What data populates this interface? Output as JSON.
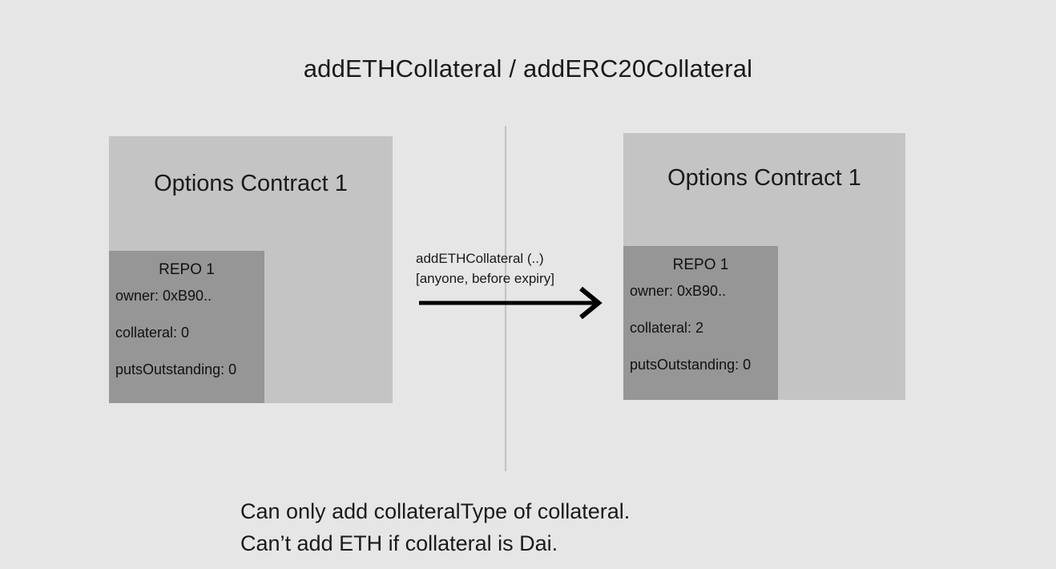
{
  "diagram": {
    "title": "addETHCollateral / addERC20Collateral",
    "background_color": "#e6e6e6",
    "box_color": "#c4c4c4",
    "inner_box_color": "#969696",
    "arrow_color": "#000000",
    "divider_color": "#c2c2c2"
  },
  "before": {
    "contract_title": "Options Contract 1",
    "repo_title": "REPO 1",
    "fields": [
      "owner: 0xB90..",
      "collateral: 0",
      "putsOutstanding: 0"
    ]
  },
  "after": {
    "contract_title": "Options Contract 1",
    "repo_title": "REPO 1",
    "fields": [
      "owner: 0xB90..",
      "collateral: 2",
      "putsOutstanding: 0"
    ]
  },
  "transition": {
    "call": "addETHCollateral (..)",
    "permission": "[anyone, before expiry]"
  },
  "notes": {
    "line1": "Can only add collateralType of collateral.",
    "line2": "Can’t add ETH if collateral is Dai."
  }
}
